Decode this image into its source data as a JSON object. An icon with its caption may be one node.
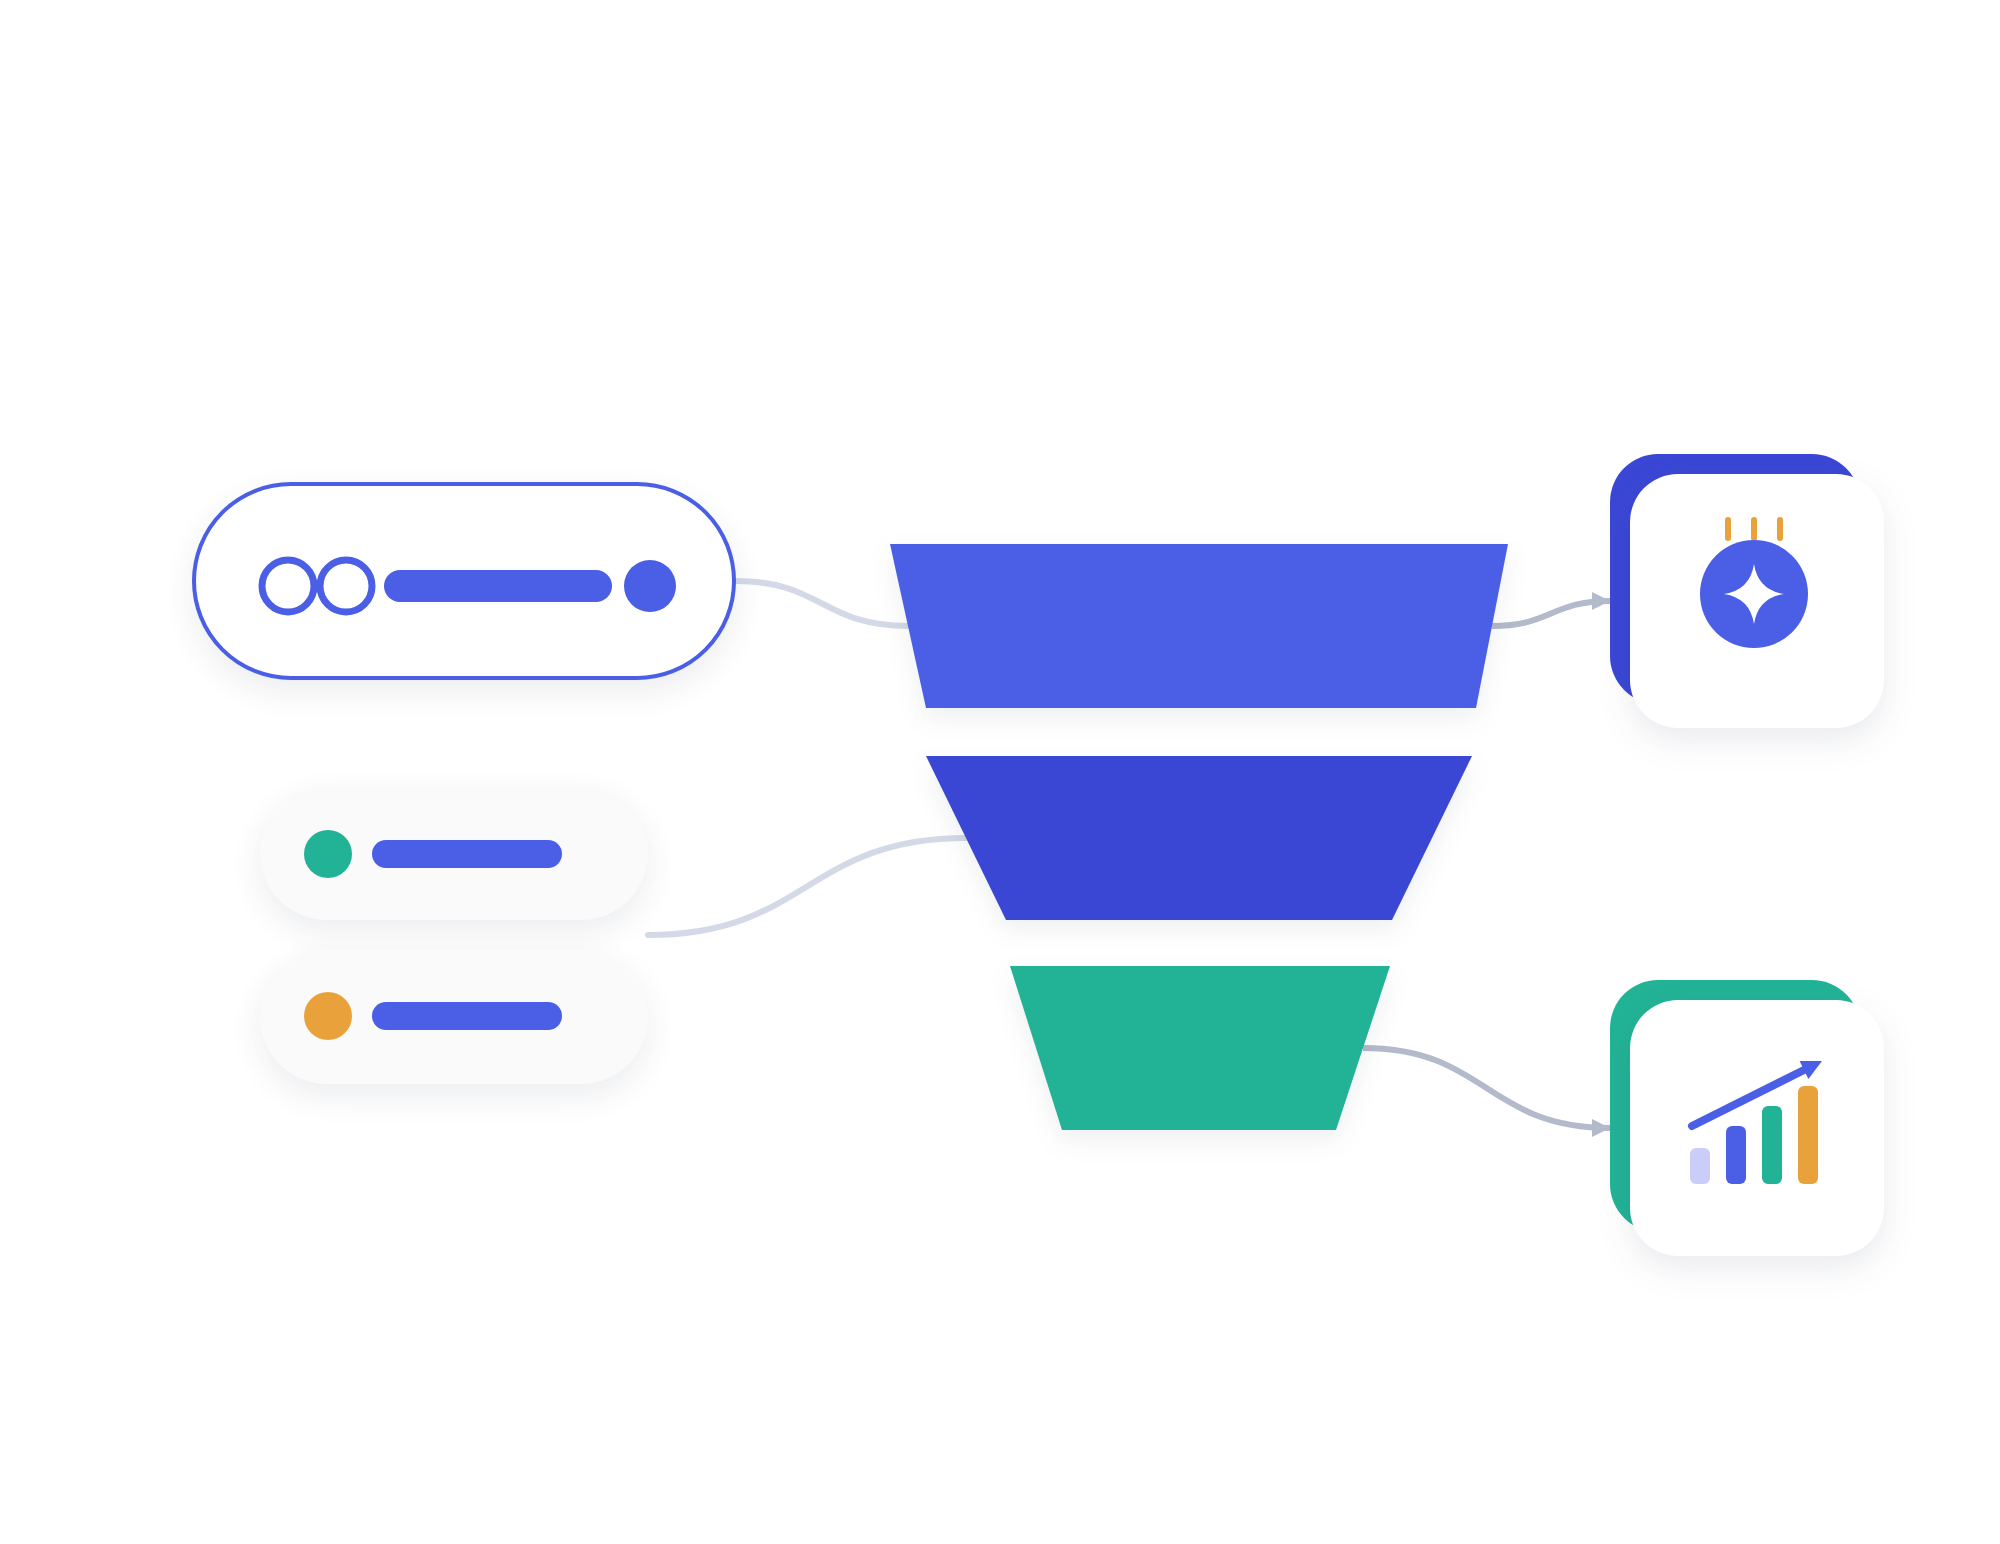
{
  "diagram": {
    "nodes": [
      {
        "text": [],
        "shape": "pill"
      },
      {
        "text": [],
        "shape": "pill"
      },
      {
        "text": [],
        "shape": "pill"
      },
      {
        "text": [],
        "shape": "trapezoid"
      },
      {
        "text": [],
        "shape": "trapezoid"
      },
      {
        "text": [],
        "shape": "trapezoid"
      },
      {
        "text": [],
        "shape": "box"
      },
      {
        "text": [],
        "shape": "box"
      }
    ],
    "edges": [
      {
        "from": 0,
        "to": 3,
        "arrow": "none"
      },
      {
        "from": 1,
        "to": 4,
        "arrow": "none"
      },
      {
        "from": 2,
        "to": 4,
        "arrow": "none"
      },
      {
        "from": 3,
        "to": 6,
        "arrow": "to",
        "color": "#b3bacb"
      },
      {
        "from": 5,
        "to": 7,
        "arrow": "to",
        "color": "#b3bacb"
      }
    ]
  }
}
